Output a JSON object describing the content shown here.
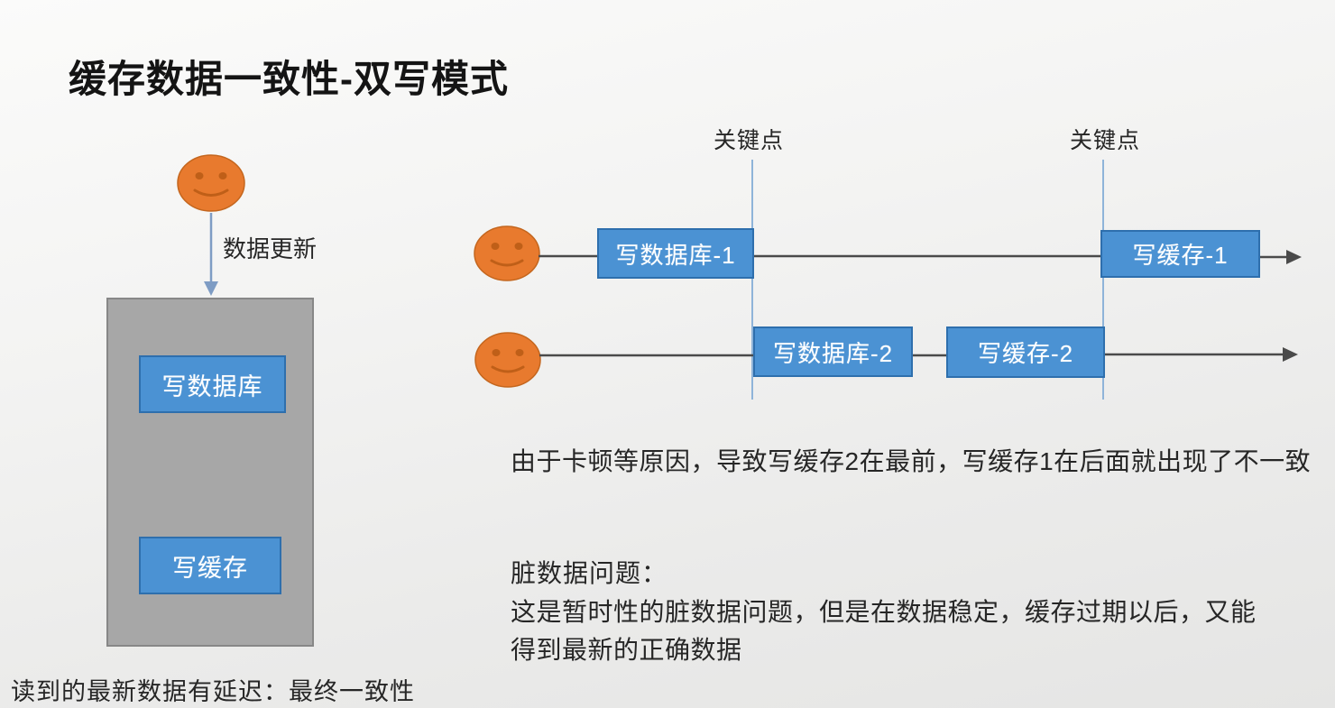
{
  "title": "缓存数据一致性-双写模式",
  "left_flow": {
    "update_label": "数据更新",
    "write_db_label": "写数据库",
    "write_cache_label": "写缓存",
    "caption": "读到的最新数据有延迟：最终一致性"
  },
  "timelines": {
    "keypoints": [
      {
        "label": "关键点"
      },
      {
        "label": "关键点"
      }
    ],
    "thread1": {
      "write_db_label": "写数据库-1",
      "write_cache_label": "写缓存-1"
    },
    "thread2": {
      "write_db_label": "写数据库-2",
      "write_cache_label": "写缓存-2"
    }
  },
  "notes": {
    "inconsistency": "由于卡顿等原因，导致写缓存2在最前，写缓存1在后面就出现了不一致",
    "dirty_data_title": "脏数据问题：",
    "dirty_data_body": "这是暂时性的脏数据问题，但是在数据稳定，缓存过期以后，又能得到最新的正确数据"
  },
  "colors": {
    "background_top": "#fbfbfa",
    "background_bottom": "#e5e5e4",
    "title_text": "#141414",
    "body_text": "#262626",
    "box_fill": "#4b92d3",
    "box_border": "#2e6fad",
    "box_text": "#ffffff",
    "gray_box_fill": "#a7a7a7",
    "gray_box_border": "#878787",
    "face_fill": "#e87a2e",
    "face_stroke": "#c4661e",
    "face_feature": "#bf5f18",
    "timeline_color": "#4a4a4a",
    "keypoint_line_color": "#8fb4d9",
    "update_arrow_color": "#7e9cc4"
  }
}
